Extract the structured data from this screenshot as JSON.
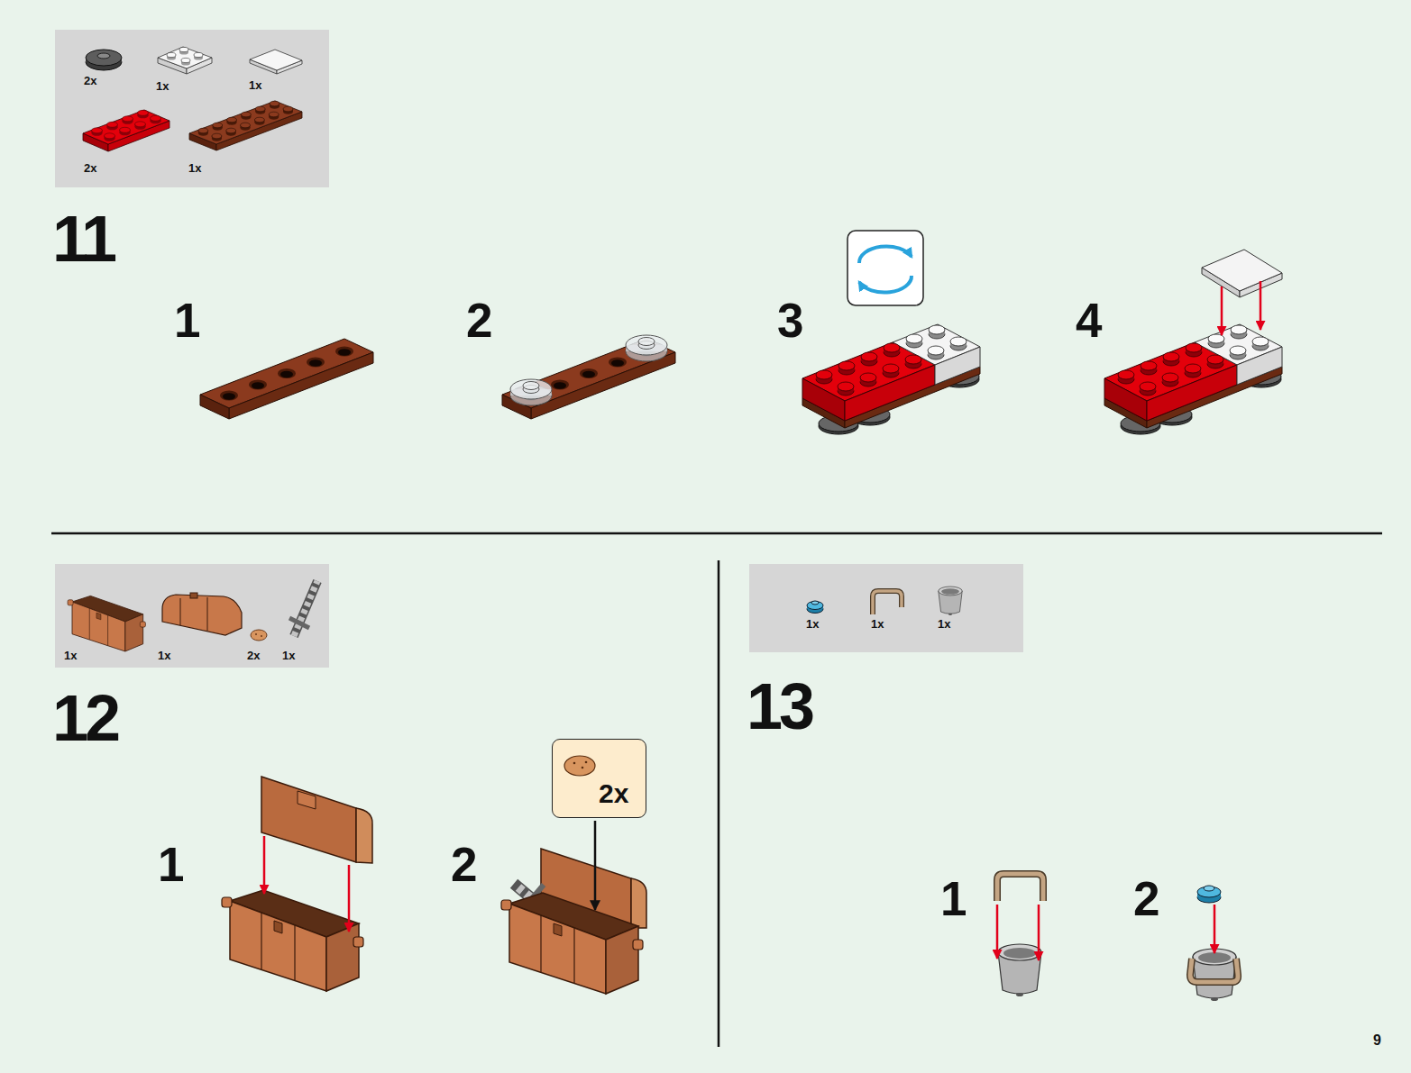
{
  "diagram": {
    "nodes": [
      {
        "text": [
          "2x",
          "1x",
          "1x",
          "2x",
          "1x"
        ]
      },
      {
        "text": [
          "1x",
          "1x",
          "2x",
          "1x"
        ]
      },
      {
        "text": [
          "1x",
          "1x",
          "1x"
        ]
      },
      {
        "text": [
          "2x"
        ]
      }
    ],
    "labels": [
      "11",
      "1",
      "2",
      "3",
      "4",
      "12",
      "1",
      "2",
      "13",
      "1",
      "2",
      "9"
    ]
  }
}
